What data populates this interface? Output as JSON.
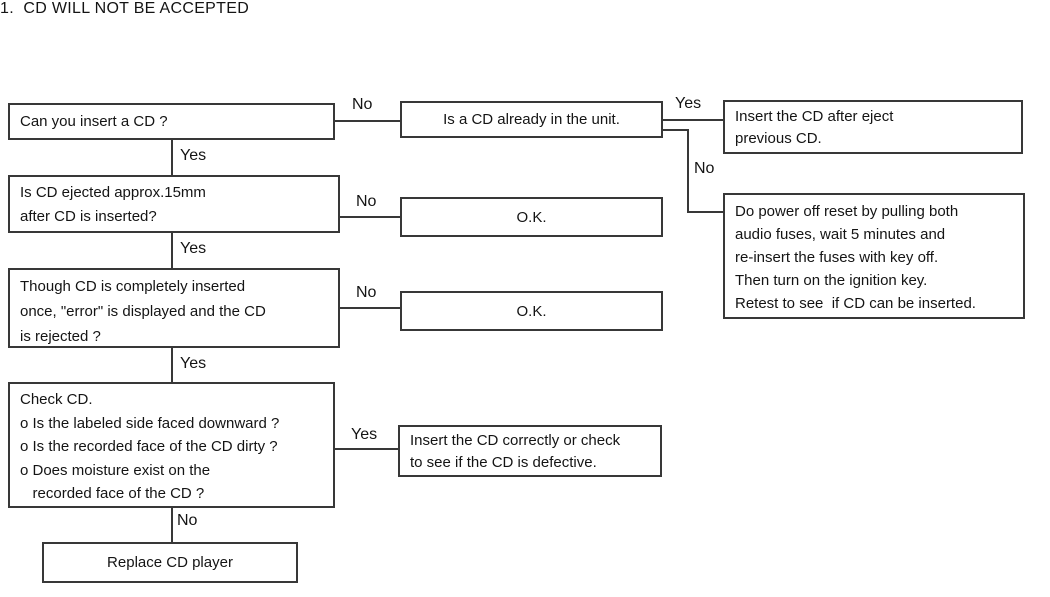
{
  "title": "1.  CD WILL NOT BE ACCEPTED",
  "flowchart": {
    "boxes": {
      "can_insert": "Can you insert a CD ?",
      "already_in_unit": "Is a CD already in the unit.",
      "insert_after_eject": "Insert the CD after eject\nprevious CD.",
      "ejected_15mm": "Is CD ejected approx.15mm\nafter CD is inserted?",
      "ok_1": "O.K.",
      "power_off_reset": "Do power off reset by pulling both\naudio fuses, wait 5 minutes and\nre-insert the fuses with key off.\nThen turn on the ignition key.\nRetest to see  if CD can be inserted.",
      "error_displayed": "Though CD is completely inserted\nonce, \"error\" is displayed and the CD\nis rejected ?",
      "ok_2": "O.K.",
      "check_cd": "Check CD.\no Is the labeled side faced downward ?\no Is the recorded face of the CD dirty ?\no Does moisture exist on the\n   recorded face of the CD ?",
      "insert_correctly": "Insert the CD correctly or check\nto see if the CD is defective.",
      "replace_player": "Replace CD player"
    },
    "labels": {
      "can_insert_yes": "Yes",
      "can_insert_no": "No",
      "already_yes": "Yes",
      "already_no": "No",
      "ejected_yes": "Yes",
      "ejected_no": "No",
      "error_yes": "Yes",
      "error_no": "No",
      "check_yes": "Yes",
      "check_no": "No"
    },
    "colors": {
      "line": "#383838",
      "text": "#141414",
      "background": "#ffffff"
    }
  }
}
